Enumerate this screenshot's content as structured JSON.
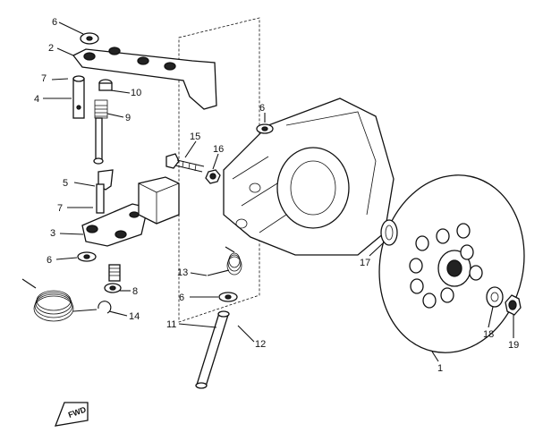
{
  "labels": [
    "6",
    "2",
    "7",
    "4",
    "10",
    "9",
    "6",
    "15",
    "16",
    "5",
    "7",
    "3",
    "6",
    "8",
    "14",
    "13",
    "6",
    "11",
    "12",
    "17",
    "18",
    "19",
    "1"
  ],
  "forward_label": "FWD"
}
